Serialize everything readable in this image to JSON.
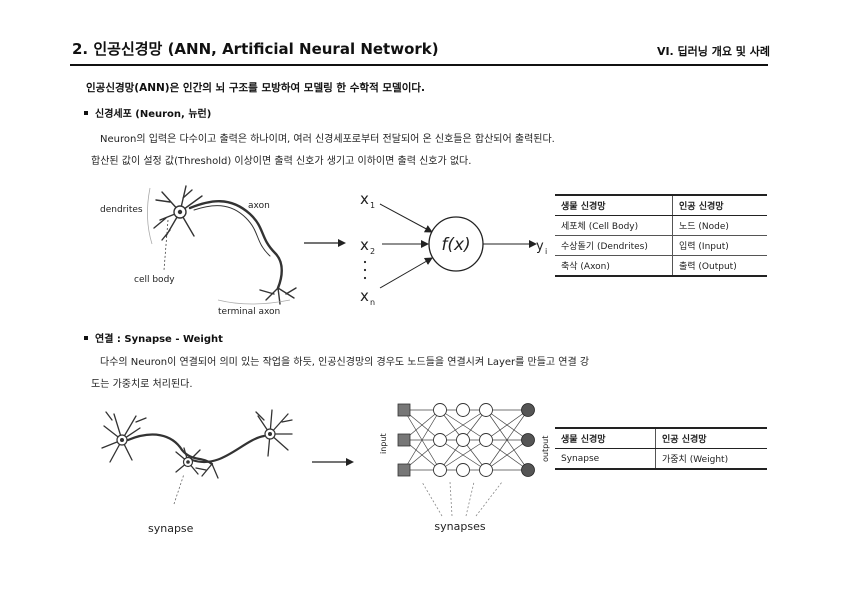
{
  "header": {
    "title": "2. 인공신경망 (ANN, Artificial Neural Network)",
    "chapter": "VI. 딥러닝 개요 및 사례"
  },
  "intro": "인공신경망(ANN)은 인간의 뇌 구조를 모방하여 모델링 한 수학적 모델이다.",
  "section1": {
    "heading": "신경세포 (Neuron, 뉴런)",
    "line1": "Neuron의 입력은 다수이고 출력은 하나이며, 여러 신경세포로부터 전달되어 온 신호들은 합산되어 출력된다.",
    "line2": "합산된 값이 설정 값(Threshold) 이상이면 출력 신호가 생기고 이하이면 출력 신호가 없다.",
    "figure_labels": {
      "dendrites": "dendrites",
      "axon": "axon",
      "cell_body": "cell body",
      "terminal_axon": "terminal axon",
      "x1": "x",
      "x1_sub": "1",
      "x2": "x",
      "x2_sub": "2",
      "xn": "x",
      "xn_sub": "n",
      "f": "f(x)",
      "y": "y",
      "y_sub": "i"
    },
    "table": {
      "headers": [
        "생물 신경망",
        "인공 신경망"
      ],
      "rows": [
        [
          "세포체 (Cell Body)",
          "노드 (Node)"
        ],
        [
          "수상돌기 (Dendrites)",
          "입력 (Input)"
        ],
        [
          "축삭 (Axon)",
          "출력 (Output)"
        ]
      ]
    }
  },
  "section2": {
    "heading": "연결 : Synapse - Weight",
    "line1": "다수의 Neuron이 연결되어 의미 있는 작업을 하듯, 인공신경망의 경우도 노드들을 연결시켜 Layer를 만들고 연결 강",
    "line2": "도는 가중치로 처리된다.",
    "figure_labels": {
      "synapse": "synapse",
      "synapses": "synapses",
      "input": "input",
      "output": "output"
    },
    "table": {
      "headers": [
        "생물 신경망",
        "인공 신경망"
      ],
      "rows": [
        [
          "Synapse",
          "가중치 (Weight)"
        ]
      ]
    }
  }
}
